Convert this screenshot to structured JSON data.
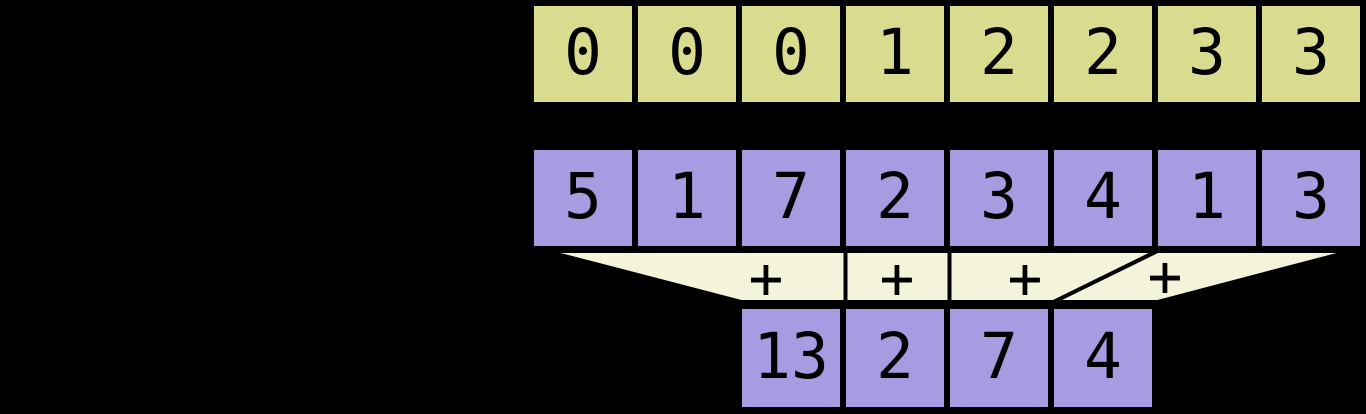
{
  "colors": {
    "background": "#000000",
    "keys_fill": "#d9dc8f",
    "values_fill": "#a69ce2",
    "result_fill": "#a69ce2",
    "funnel_fill": "#f4f4da",
    "line_and_text": "#000000"
  },
  "keys_row": {
    "cells": [
      "0",
      "0",
      "0",
      "1",
      "2",
      "2",
      "3",
      "3"
    ]
  },
  "values_row": {
    "cells": [
      "5",
      "1",
      "7",
      "2",
      "3",
      "4",
      "1",
      "3"
    ]
  },
  "result_row": {
    "cells": [
      "13",
      "2",
      "7",
      "4"
    ]
  },
  "reduction": {
    "operators": [
      "+",
      "+",
      "+",
      "+"
    ]
  }
}
